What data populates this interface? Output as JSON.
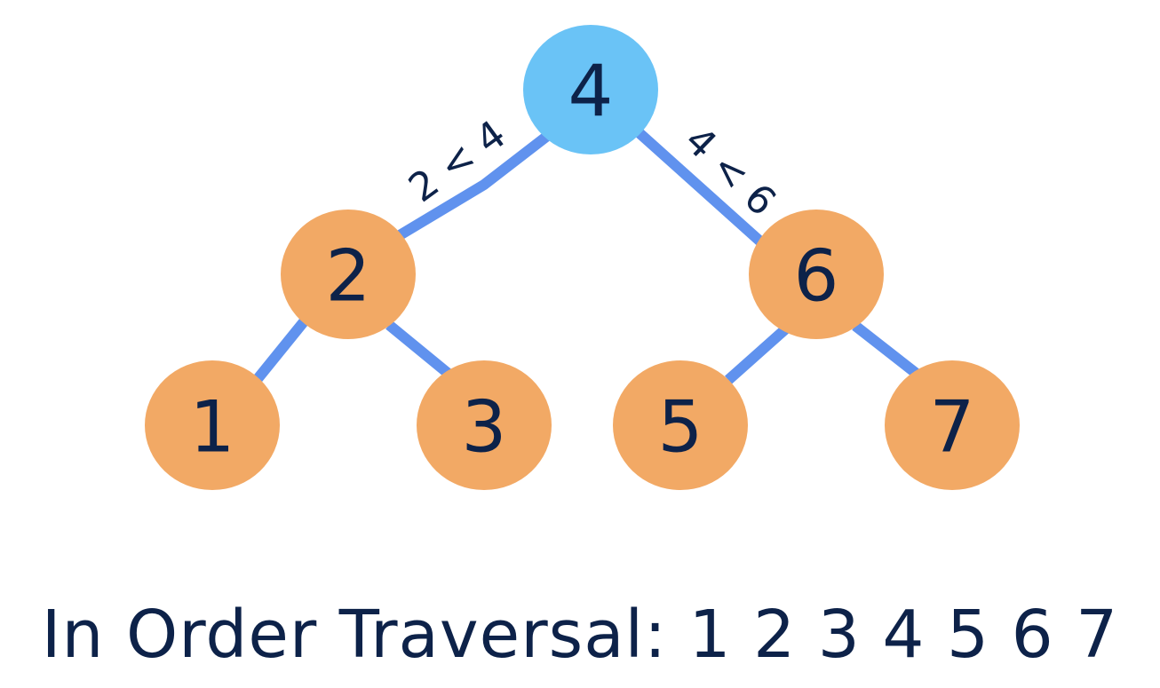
{
  "colors": {
    "root_fill": "#6ac3f6",
    "node_fill": "#f2a965",
    "edge": "#6092ee",
    "text": "#0d2249"
  },
  "tree": {
    "nodes": [
      {
        "id": "n4",
        "label": "4",
        "role": "root"
      },
      {
        "id": "n2",
        "label": "2",
        "role": "internal"
      },
      {
        "id": "n6",
        "label": "6",
        "role": "internal"
      },
      {
        "id": "n1",
        "label": "1",
        "role": "leaf"
      },
      {
        "id": "n3",
        "label": "3",
        "role": "leaf"
      },
      {
        "id": "n5",
        "label": "5",
        "role": "leaf"
      },
      {
        "id": "n7",
        "label": "7",
        "role": "leaf"
      }
    ],
    "edges": [
      {
        "from": "n4",
        "to": "n2",
        "label": "2 < 4"
      },
      {
        "from": "n4",
        "to": "n6",
        "label": "4 < 6"
      },
      {
        "from": "n2",
        "to": "n1",
        "label": ""
      },
      {
        "from": "n2",
        "to": "n3",
        "label": ""
      },
      {
        "from": "n6",
        "to": "n5",
        "label": ""
      },
      {
        "from": "n6",
        "to": "n7",
        "label": ""
      }
    ]
  },
  "caption": "In Order Traversal: 1 2 3 4 5 6 7"
}
